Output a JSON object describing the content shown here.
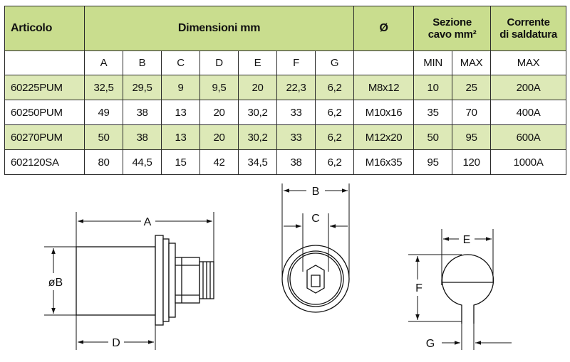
{
  "table": {
    "headers": {
      "articolo": "Articolo",
      "dimensioni": "Dimensioni mm",
      "diametro": "Ø",
      "sezione_line1": "Sezione",
      "sezione_line2": "cavo mm²",
      "corrente_line1": "Corrente",
      "corrente_line2": "di saldatura"
    },
    "subheaders": [
      "A",
      "B",
      "C",
      "D",
      "E",
      "F",
      "G",
      "MIN",
      "MAX",
      "MAX"
    ],
    "rows": [
      {
        "articolo": "60225PUM",
        "a": "32,5",
        "b": "29,5",
        "c": "9",
        "d": "9,5",
        "e": "20",
        "f": "22,3",
        "g": "6,2",
        "thread": "M8x12",
        "min": "10",
        "max": "25",
        "current": "200A"
      },
      {
        "articolo": "60250PUM",
        "a": "49",
        "b": "38",
        "c": "13",
        "d": "20",
        "e": "30,2",
        "f": "33",
        "g": "6,2",
        "thread": "M10x16",
        "min": "35",
        "max": "70",
        "current": "400A"
      },
      {
        "articolo": "60270PUM",
        "a": "50",
        "b": "38",
        "c": "13",
        "d": "20",
        "e": "30,2",
        "f": "33",
        "g": "6,2",
        "thread": "M12x20",
        "min": "50",
        "max": "95",
        "current": "600A"
      },
      {
        "articolo": "602120SA",
        "a": "80",
        "b": "44,5",
        "c": "15",
        "d": "42",
        "e": "34,5",
        "f": "38",
        "g": "6,2",
        "thread": "M16x35",
        "min": "95",
        "max": "120",
        "current": "1000A"
      }
    ]
  },
  "drawing": {
    "label_a": "A",
    "label_b": "øB",
    "label_d": "D",
    "label_b_front": "B",
    "label_c": "C",
    "label_e": "E",
    "label_f": "F",
    "label_g": "G"
  },
  "colors": {
    "header_green": "#c9dd8e",
    "row_green": "#dde9b7",
    "line": "#2b2b2b"
  }
}
